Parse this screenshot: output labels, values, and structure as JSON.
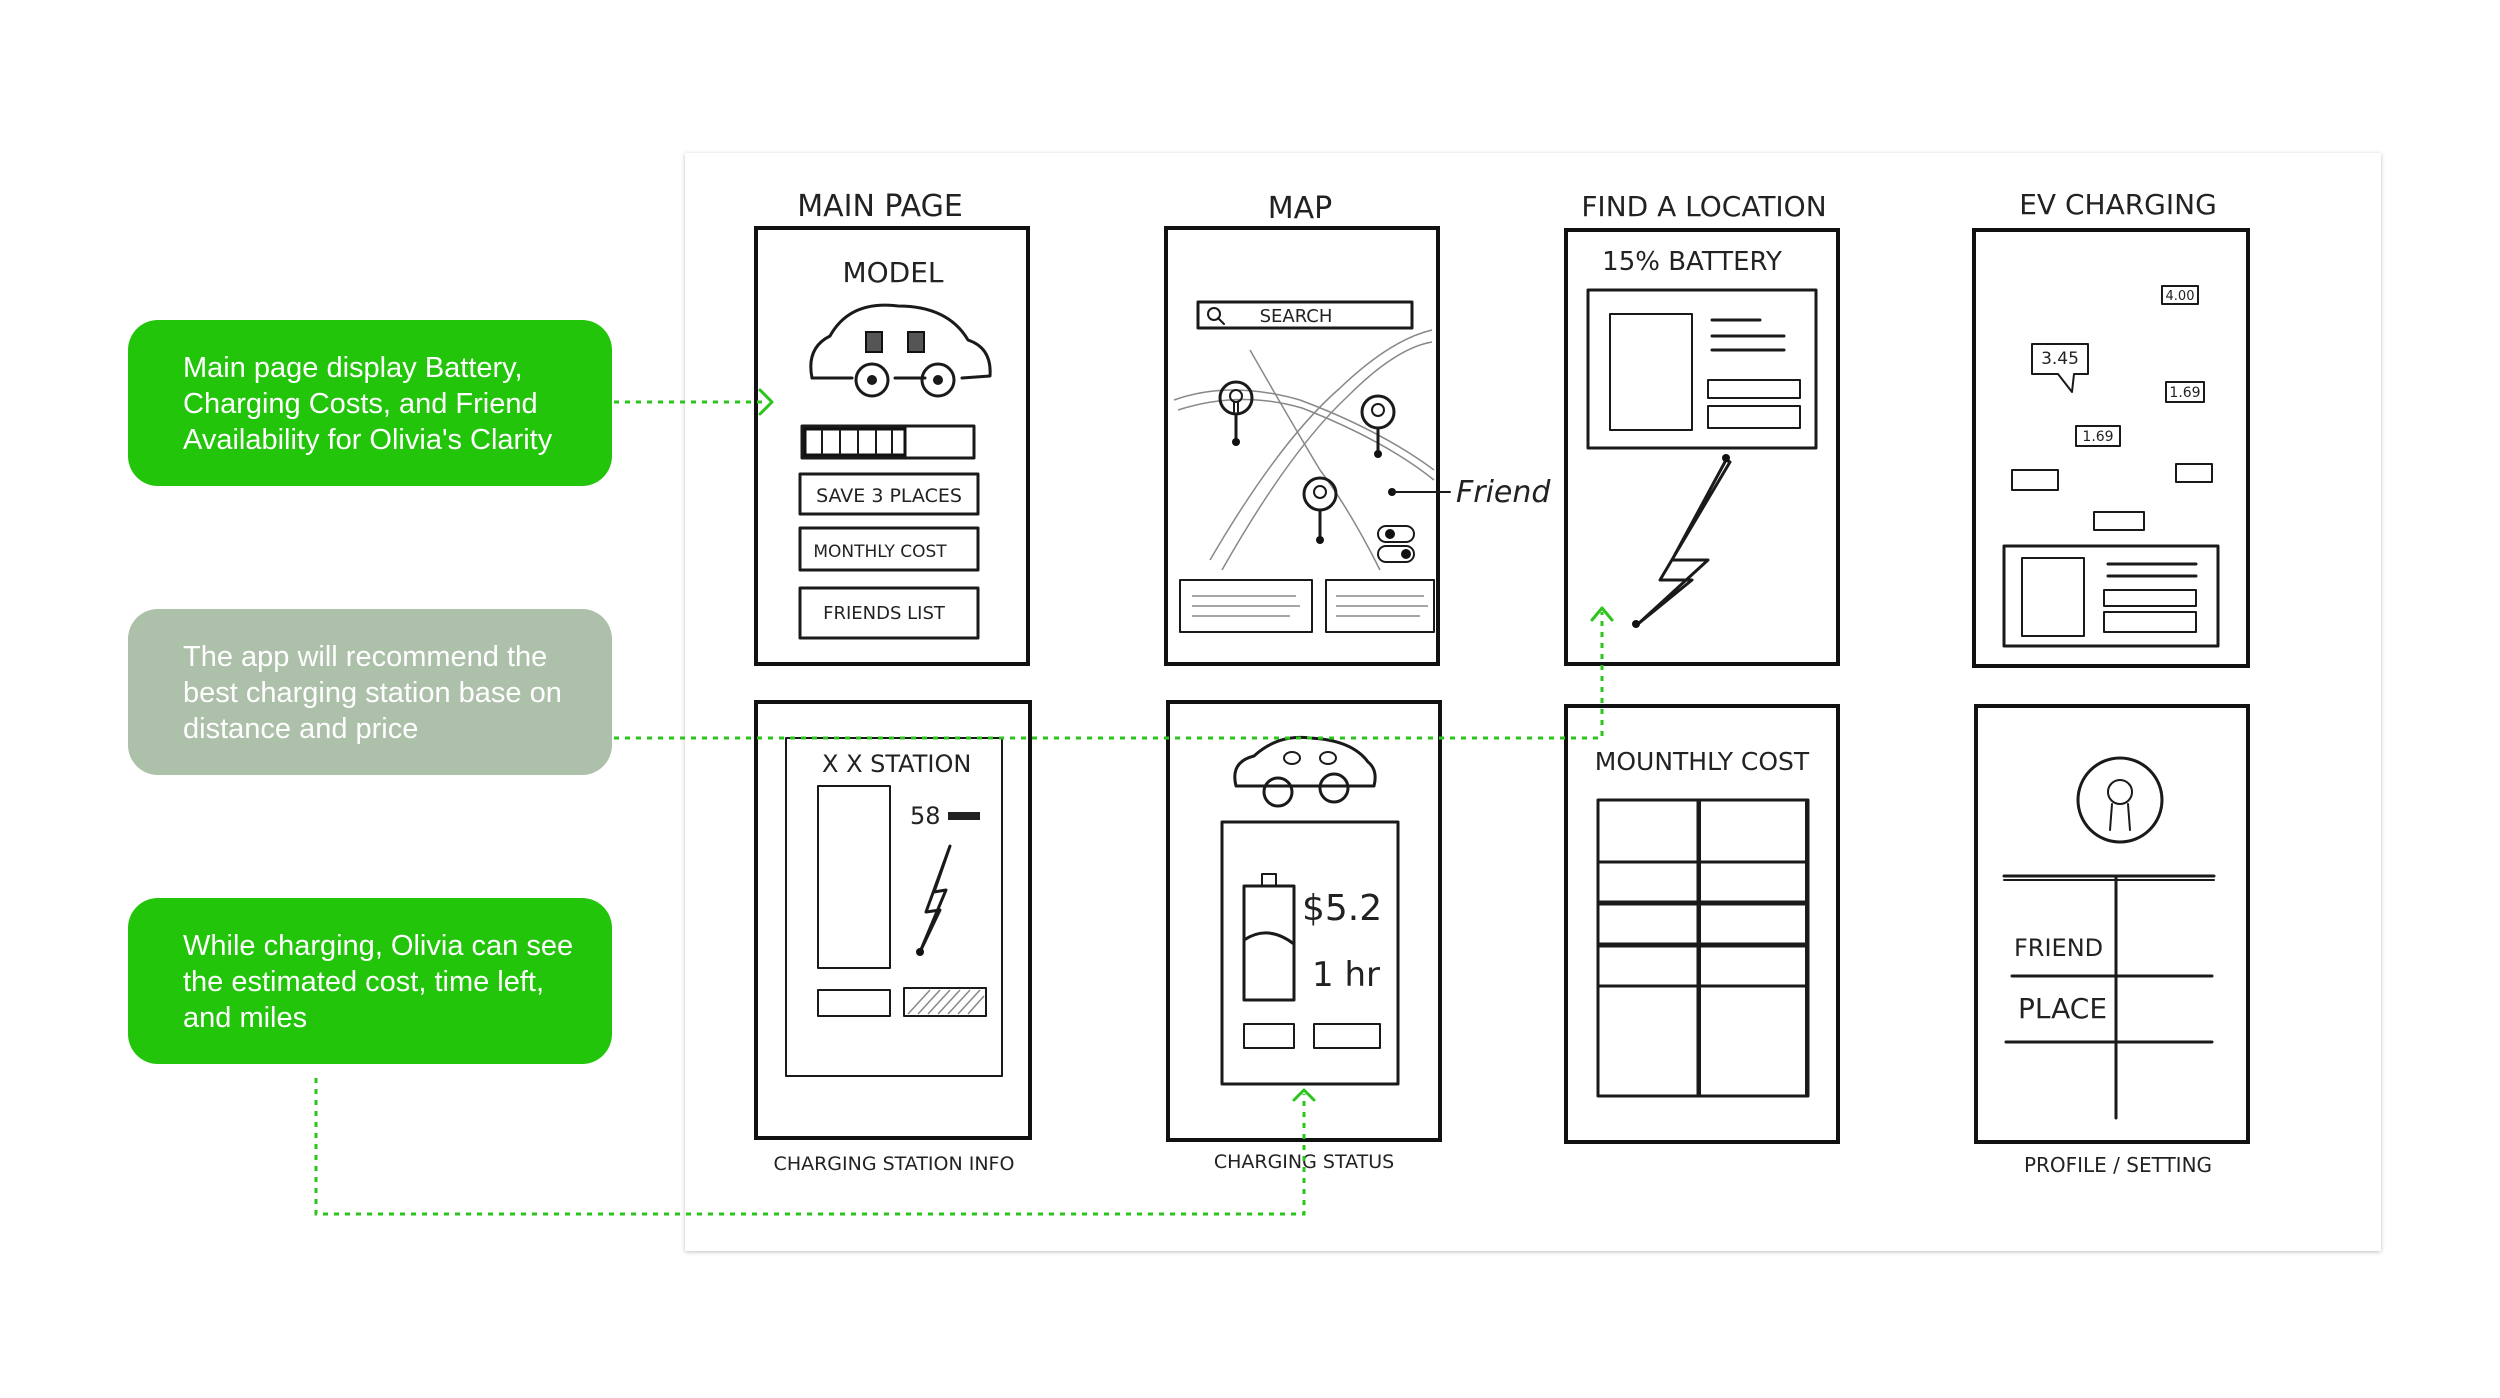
{
  "callouts": [
    {
      "text": "Main page display Battery, Charging Costs, and Friend Availability for Olivia's Clarity",
      "color": "#22c50a"
    },
    {
      "text": "The app will recommend the best charging station base on distance and price",
      "color": "#adc0aa"
    },
    {
      "text": "While charging, Olivia can see the estimated cost, time left, and miles",
      "color": "#22c50a"
    }
  ],
  "connector_color": "#2bc51c",
  "sketches": {
    "main_page": {
      "title": "MAIN PAGE",
      "model": "MODEL",
      "save_places": "SAVE 3 PLACES",
      "monthly_cost": "MONTHLY COST",
      "friends_list": "FRIENDS LIST"
    },
    "map": {
      "title": "MAP",
      "search": "SEARCH",
      "friend": "Friend"
    },
    "find_location": {
      "title": "FIND A LOCATION",
      "battery": "15% BATTERY"
    },
    "ev_charging": {
      "title": "EV CHARGING",
      "prices": [
        "4.00",
        "3.45",
        "1.69",
        "1.69"
      ]
    },
    "charging_station_info": {
      "station": "X X STATION",
      "battery": "58",
      "caption": "CHARGING STATION INFO"
    },
    "charging_status": {
      "cost": "$5.2",
      "time": "1 hr",
      "caption": "CHARGING STATUS"
    },
    "monthly_cost": {
      "title": "MOUNTHLY COST"
    },
    "profile": {
      "friend": "FRIEND",
      "place": "PLACE",
      "caption": "PROFILE / SETTING"
    }
  }
}
